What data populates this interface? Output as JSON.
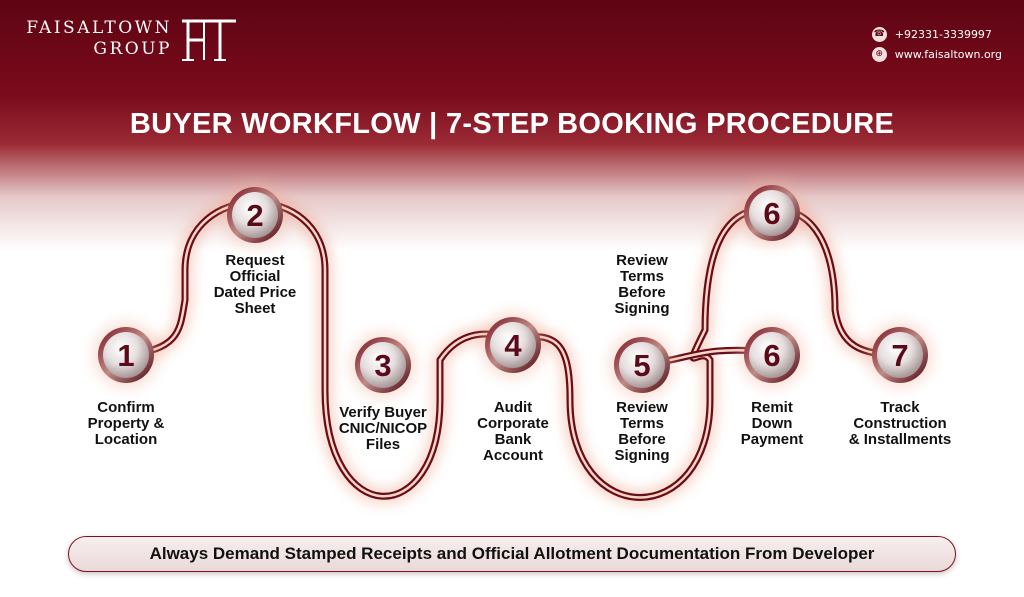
{
  "brand": {
    "name_line1": "FAISALTOWN",
    "name_line2": "GROUP",
    "monogram": "FT"
  },
  "contact": {
    "phone": "+92331-3339997",
    "website": "www.faisaltown.org",
    "phone_icon": "phone-icon",
    "web_icon": "globe-icon"
  },
  "title": "BUYER WORKFLOW | 7-STEP BOOKING PROCEDURE",
  "steps": [
    {
      "number": "1",
      "label": "Confirm\nProperty &\nLocation"
    },
    {
      "number": "2",
      "label": "Request\nOfficial\nDated Price\nSheet"
    },
    {
      "number": "3",
      "label": "Verify Buyer\nCNIC/NICOP\nFiles"
    },
    {
      "number": "4",
      "label": "Audit\nCorporate\nBank\nAccount"
    },
    {
      "number": "5",
      "label": "Review\nTerms\nBefore\nSigning"
    },
    {
      "number": "6",
      "label": "Review\nTerms\nBefore\nSigning"
    },
    {
      "number": "6",
      "label": "Remit\nDown\nPayment"
    },
    {
      "number": "7",
      "label": "Track\nConstruction\n& Installments"
    }
  ],
  "footer": "Always Demand Stamped Receipts and Official Allotment Documentation From Developer",
  "colors": {
    "maroon": "#5e0413",
    "accent": "#7a1422",
    "node_text": "#5a0a18"
  }
}
